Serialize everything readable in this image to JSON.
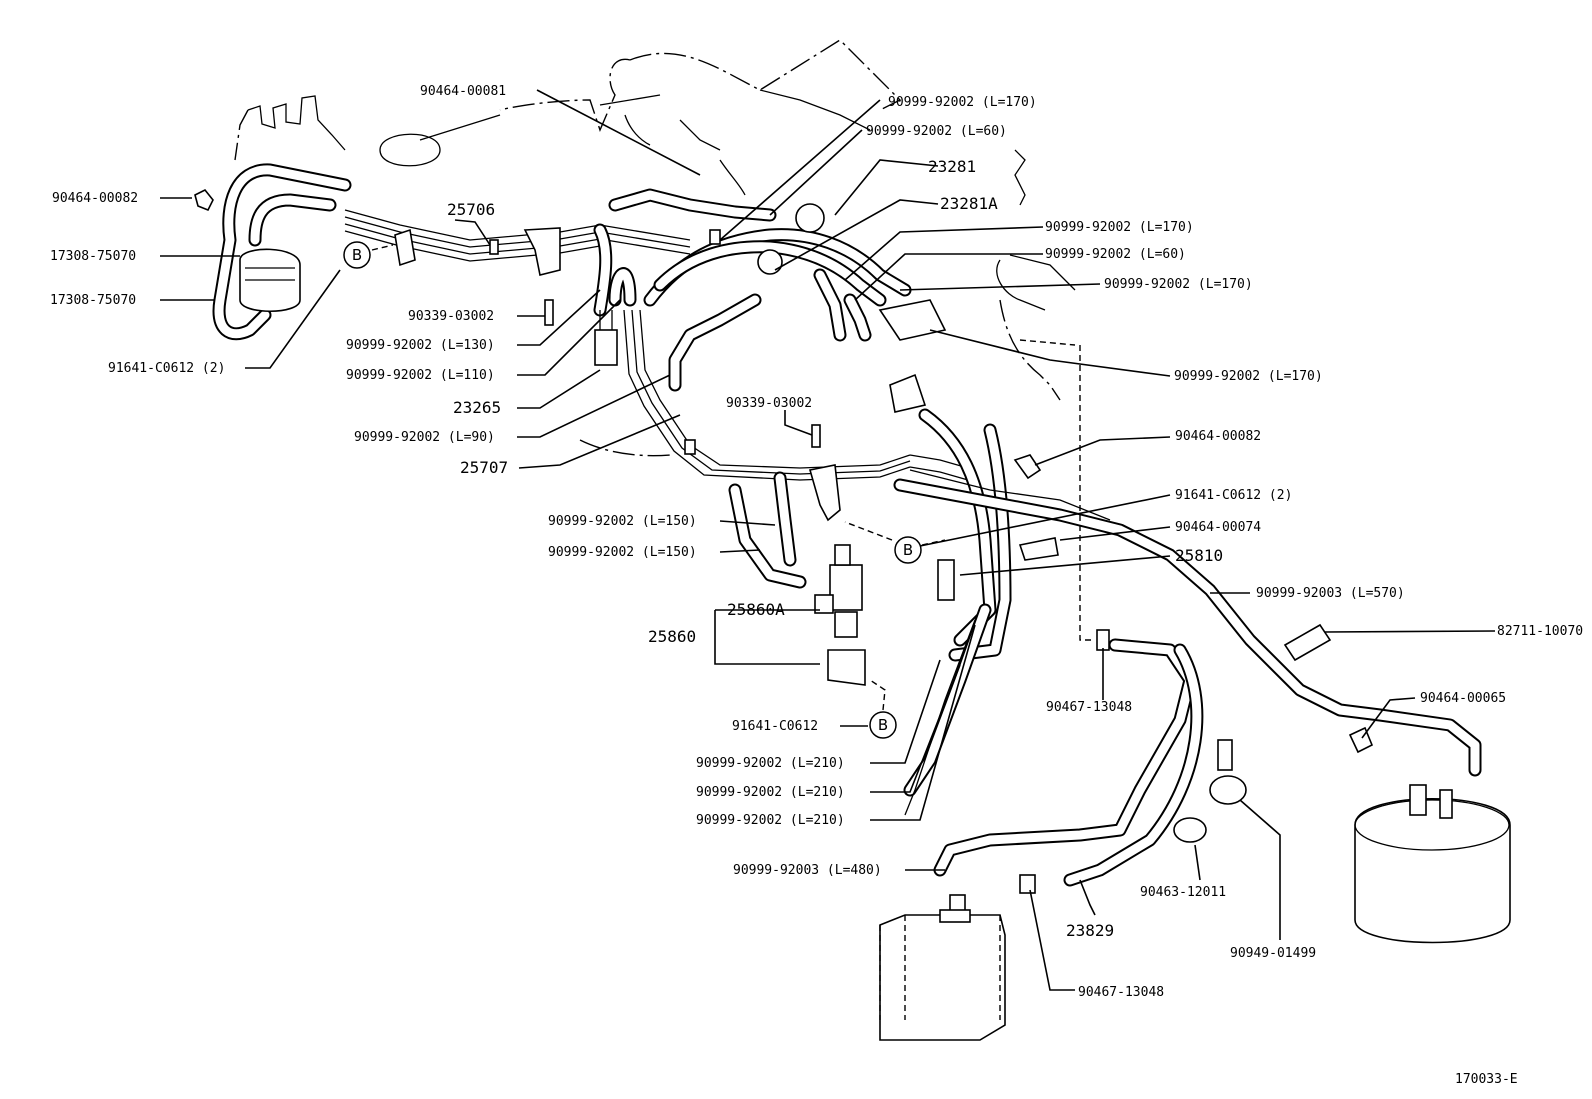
{
  "diagram": {
    "figure_code": "170033-E",
    "ref_marker": "B",
    "labels": {
      "p90464_00081": "90464-00081",
      "p90999_92002_L170_a": "90999-92002 (L=170)",
      "p90999_92002_L60_a": "90999-92002 (L=60)",
      "p23281": "23281",
      "p23281A": "23281A",
      "p90999_92002_L170_b": "90999-92002 (L=170)",
      "p90999_92002_L60_b": "90999-92002 (L=60)",
      "p90999_92002_L170_c": "90999-92002 (L=170)",
      "p90999_92002_L170_d": "90999-92002 (L=170)",
      "p90464_00082_a": "90464-00082",
      "p17308_75070_a": "17308-75070",
      "p17308_75070_b": "17308-75070",
      "p91641_C0612_2_a": "91641-C0612 (2)",
      "p25706": "25706",
      "p90339_03002_a": "90339-03002",
      "p90999_92002_L130": "90999-92002 (L=130)",
      "p90999_92002_L110": "90999-92002 (L=110)",
      "p23265": "23265",
      "p90999_92002_L90": "90999-92002 (L=90)",
      "p25707": "25707",
      "p90339_03002_b": "90339-03002",
      "p90464_00082_b": "90464-00082",
      "p91641_C0612_2_b": "91641-C0612 (2)",
      "p90464_00074": "90464-00074",
      "p25810": "25810",
      "p90999_92002_L150_a": "90999-92002 (L=150)",
      "p90999_92002_L150_b": "90999-92002 (L=150)",
      "p25860A": "25860A",
      "p25860": "25860",
      "p91641_C0612": "91641-C0612",
      "p90999_92003_L570": "90999-92003 (L=570)",
      "p82711_10070": "82711-10070",
      "p90464_00065": "90464-00065",
      "p90467_13048_a": "90467-13048",
      "p90999_92002_L210_a": "90999-92002 (L=210)",
      "p90999_92002_L210_b": "90999-92002 (L=210)",
      "p90999_92002_L210_c": "90999-92002 (L=210)",
      "p90999_92003_L480": "90999-92003 (L=480)",
      "p23829": "23829",
      "p90467_13048_b": "90467-13048",
      "p90463_12011": "90463-12011",
      "p90949_01499": "90949-01499"
    }
  }
}
